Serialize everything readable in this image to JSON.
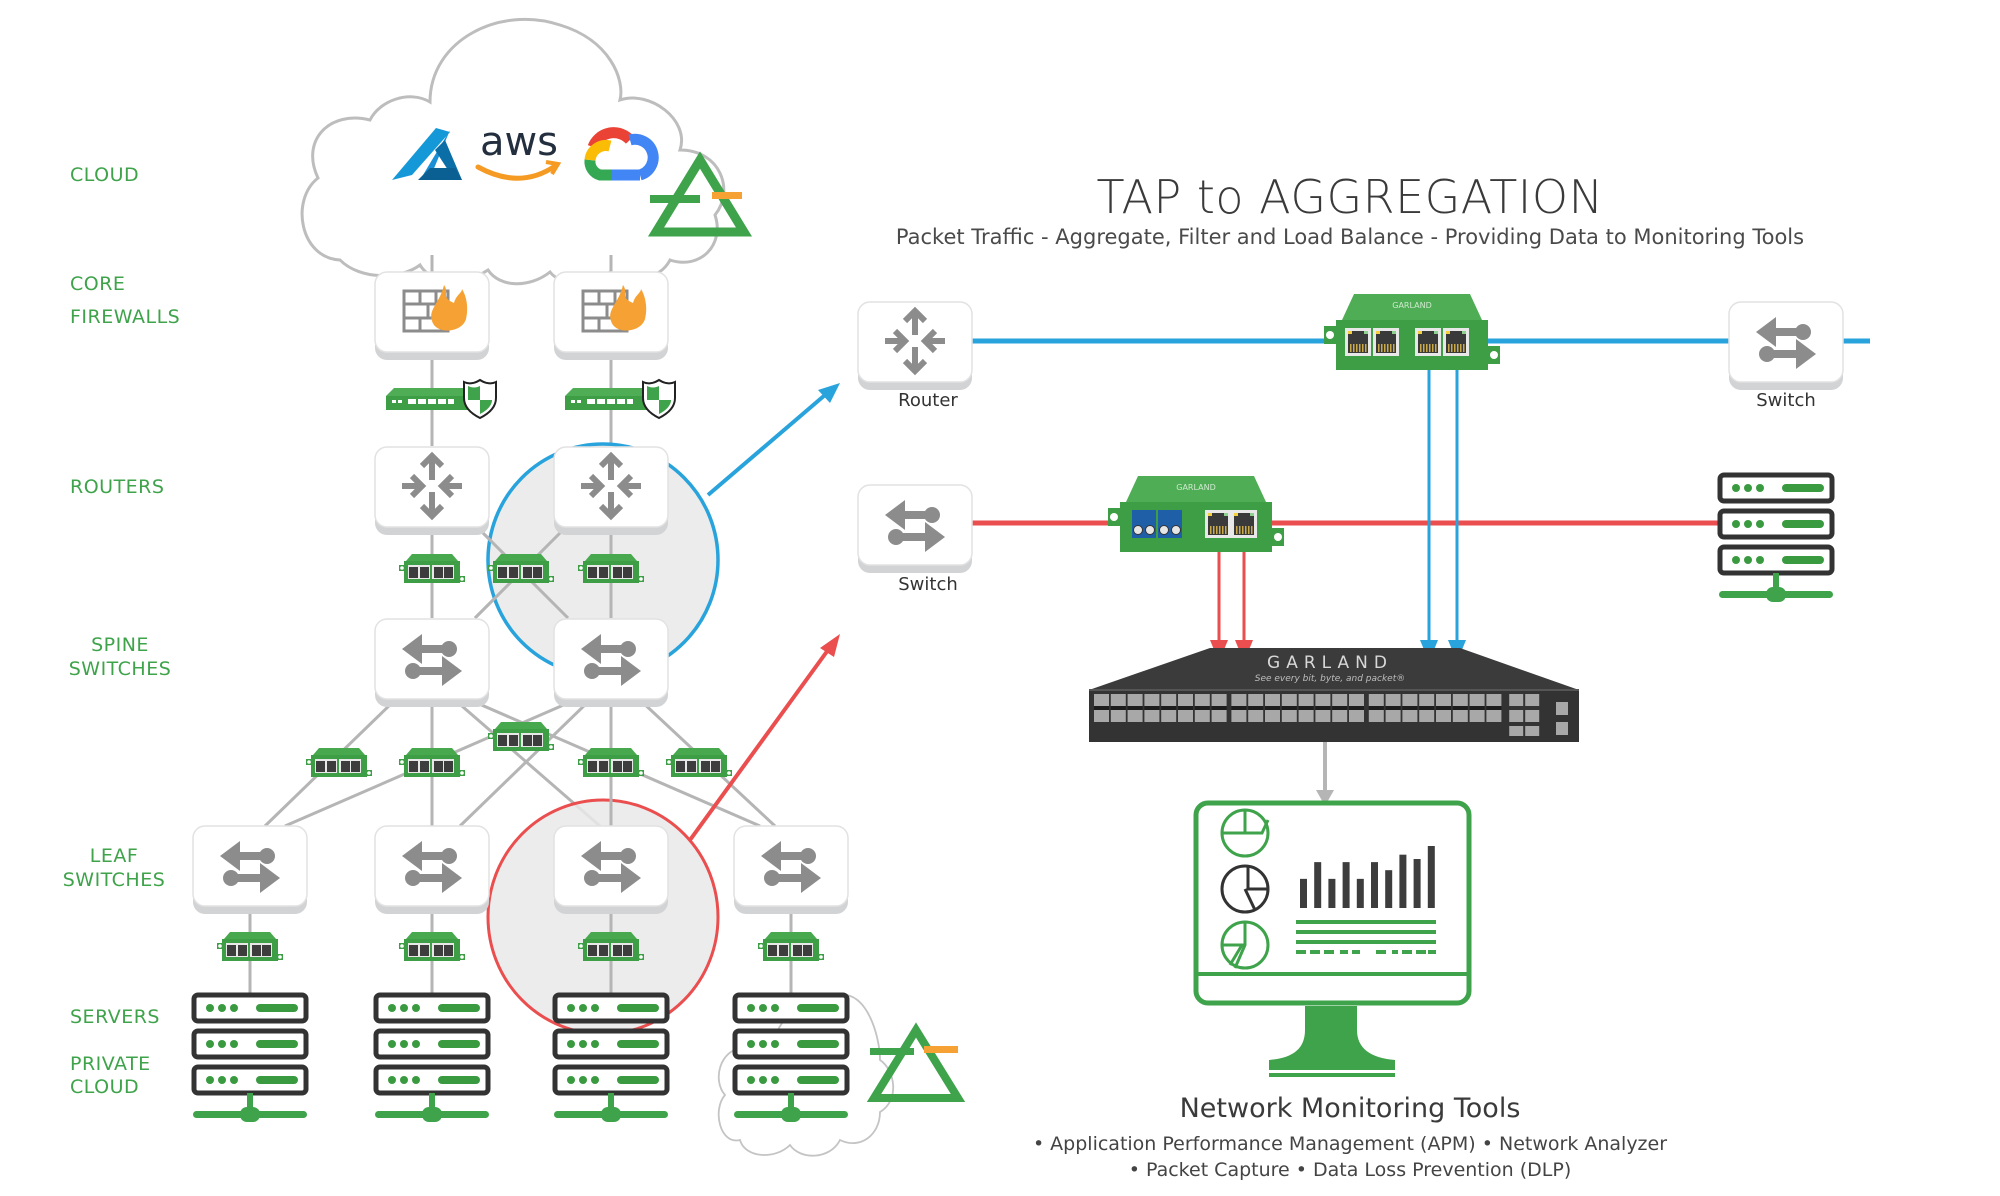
{
  "left_panel": {
    "tiers": {
      "cloud": "CLOUD",
      "core_line1": "CORE",
      "core_line2": "FIREWALLS",
      "routers": "ROUTERS",
      "spine_line1": "SPINE",
      "spine_line2": "SWITCHES",
      "leaf_line1": "LEAF",
      "leaf_line2": "SWITCHES",
      "servers": "SERVERS",
      "private_line1": "PRIVATE",
      "private_line2": "CLOUD"
    },
    "cloud_providers": [
      {
        "name": "Microsoft Azure",
        "icon": "azure-logo"
      },
      {
        "name": "aws",
        "icon": "aws-logo"
      },
      {
        "name": "Google Cloud",
        "icon": "google-cloud-logo"
      }
    ],
    "aws_text": "aws",
    "highlight_colors": {
      "router_spine": "#29a3dc",
      "leaf_server": "#ea4e4e"
    }
  },
  "right_panel": {
    "title": "TAP to AGGREGATION",
    "subtitle": "Packet Traffic - Aggregate, Filter and Load Balance - Providing Data to Monitoring Tools",
    "devices": {
      "router_label": "Router",
      "switch_top_label": "Switch",
      "switch_left_label": "Switch"
    },
    "packet_broker": {
      "brand": "GARLAND",
      "tagline": "See every bit, byte, and packet®"
    },
    "monitoring": {
      "title": "Network Monitoring Tools",
      "line1": "• Application Performance Management (APM) • Network Analyzer",
      "line2": "• Packet Capture • Data Loss Prevention (DLP)",
      "bar_values": [
        0.47,
        0.74,
        0.47,
        0.74,
        0.47,
        0.74,
        0.61,
        0.86,
        0.79,
        1.0
      ]
    },
    "link_colors": {
      "blue": "#29a3dc",
      "red": "#ea4e4e",
      "green": "#3ea34a",
      "gray": "#b5b5b5"
    }
  }
}
